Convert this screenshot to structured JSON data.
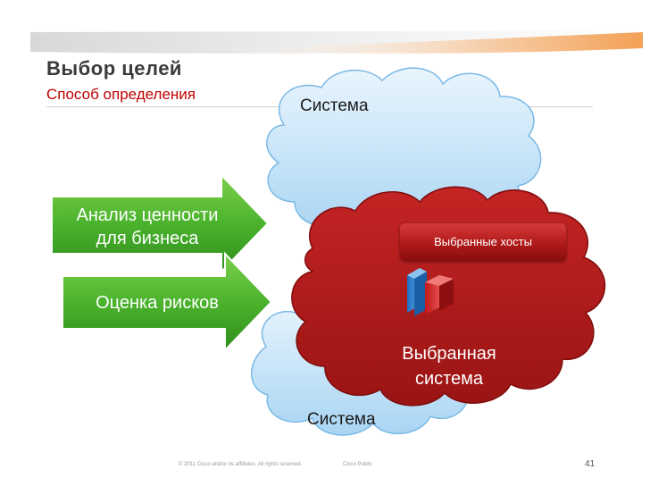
{
  "slide": {
    "title": "Выбор целей",
    "subtitle": "Способ определения"
  },
  "clouds": {
    "top_label": "Система",
    "bottom_label": "Система",
    "red_label_line1": "Выбранная",
    "red_label_line2": "система",
    "hosts_label": "Выбранные  хосты"
  },
  "arrows": {
    "business_line1": "Анализ ценности",
    "business_line2": "для бизнеса",
    "risk": "Оценка рисков"
  },
  "footer": {
    "copyright": "© 2011 Cisco and/or its affiliates. All rights reserved.",
    "classification": "Cisco Public",
    "page_number": "41"
  },
  "colors": {
    "title": "#3a3a3a",
    "subtitle": "#c00000",
    "cloud_blue": "#bfe0f7",
    "cloud_red": "#b01e1e",
    "arrow_green": "#4bb32d"
  },
  "icons": [
    "server-stack-icon"
  ]
}
